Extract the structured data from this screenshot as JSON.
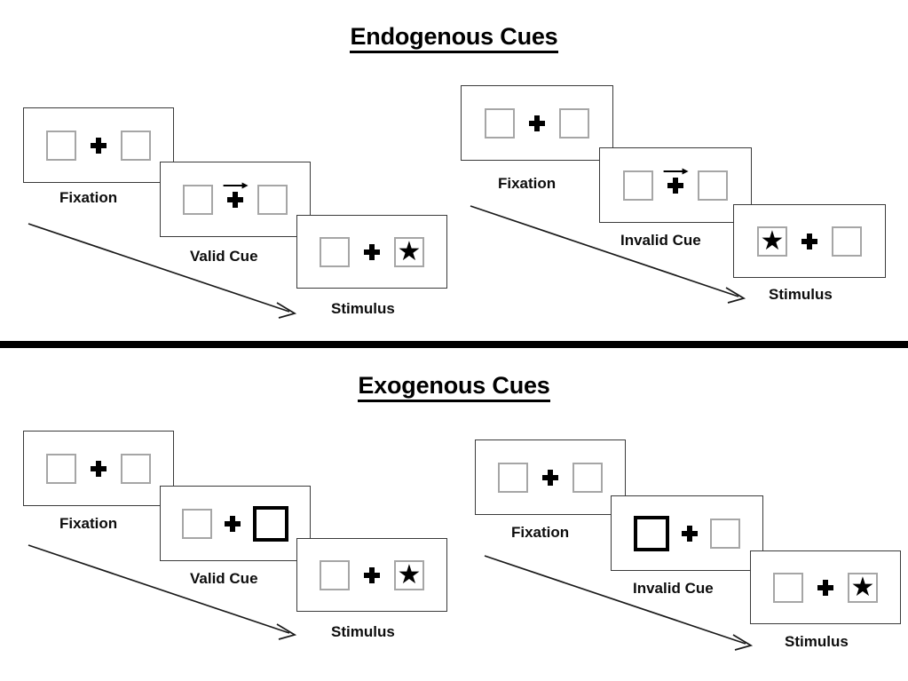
{
  "figure": {
    "background_color": "#ffffff",
    "box_border_color": "#a6a6a6",
    "cued_box_border_color": "#000000",
    "panel_border_color": "#3a3a3a",
    "ink_color": "#000000"
  },
  "sections": [
    {
      "id": "endogenous",
      "title": "Endogenous Cues",
      "cue_type": "arrow",
      "groups": [
        {
          "id": "endogenous-valid",
          "cue_label": "Valid Cue",
          "panels": [
            {
              "id": "endo-valid-fixation",
              "caption": "Fixation",
              "left_box": "empty",
              "right_box": "empty",
              "cue": "none",
              "center": "fixation-cross"
            },
            {
              "id": "endo-valid-cue",
              "caption": "Valid Cue",
              "left_box": "empty",
              "right_box": "empty",
              "cue": "arrow-right",
              "center": "fixation-cross"
            },
            {
              "id": "endo-valid-stimulus",
              "caption": "Stimulus",
              "left_box": "empty",
              "right_box": "star",
              "cue": "none",
              "center": "fixation-cross"
            }
          ]
        },
        {
          "id": "endogenous-invalid",
          "cue_label": "Invalid Cue",
          "panels": [
            {
              "id": "endo-invalid-fixation",
              "caption": "Fixation",
              "left_box": "empty",
              "right_box": "empty",
              "cue": "none",
              "center": "fixation-cross"
            },
            {
              "id": "endo-invalid-cue",
              "caption": "Invalid Cue",
              "left_box": "empty",
              "right_box": "empty",
              "cue": "arrow-right",
              "center": "fixation-cross"
            },
            {
              "id": "endo-invalid-stimulus",
              "caption": "Stimulus",
              "left_box": "star",
              "right_box": "empty",
              "cue": "none",
              "center": "fixation-cross"
            }
          ]
        }
      ]
    },
    {
      "id": "exogenous",
      "title": "Exogenous Cues",
      "cue_type": "box-highlight",
      "groups": [
        {
          "id": "exogenous-valid",
          "cue_label": "Valid Cue",
          "panels": [
            {
              "id": "exo-valid-fixation",
              "caption": "Fixation",
              "left_box": "empty",
              "right_box": "empty",
              "cue": "none",
              "center": "fixation-cross"
            },
            {
              "id": "exo-valid-cue",
              "caption": "Valid Cue",
              "left_box": "empty",
              "right_box": "cued",
              "cue": "none",
              "center": "fixation-cross"
            },
            {
              "id": "exo-valid-stimulus",
              "caption": "Stimulus",
              "left_box": "empty",
              "right_box": "star",
              "cue": "none",
              "center": "fixation-cross"
            }
          ]
        },
        {
          "id": "exogenous-invalid",
          "cue_label": "Invalid Cue",
          "panels": [
            {
              "id": "exo-invalid-fixation",
              "caption": "Fixation",
              "left_box": "empty",
              "right_box": "empty",
              "cue": "none",
              "center": "fixation-cross"
            },
            {
              "id": "exo-invalid-cue",
              "caption": "Invalid Cue",
              "left_box": "cued",
              "right_box": "empty",
              "cue": "none",
              "center": "fixation-cross"
            },
            {
              "id": "exo-invalid-stimulus",
              "caption": "Stimulus",
              "left_box": "empty",
              "right_box": "star",
              "cue": "none",
              "center": "fixation-cross"
            }
          ]
        }
      ]
    }
  ],
  "captions": {
    "fixation": "Fixation",
    "valid_cue": "Valid Cue",
    "invalid_cue": "Invalid Cue",
    "stimulus": "Stimulus"
  },
  "glyphs": {
    "star": "★",
    "cue_arrow": "arrow-right-icon",
    "time_arrow": "time-flow-arrow-icon",
    "fixation_cross": "plus-icon"
  }
}
